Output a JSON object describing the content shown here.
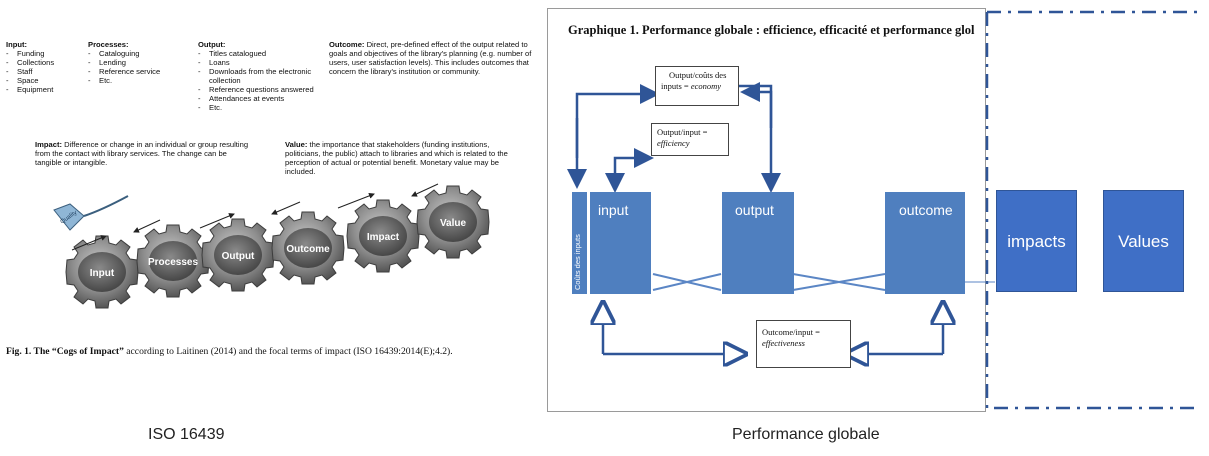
{
  "left": {
    "input": {
      "heading": "Input:",
      "items": [
        "Funding",
        "Collections",
        "Staff",
        "Space",
        "Equipment"
      ]
    },
    "processes": {
      "heading": "Processes:",
      "items": [
        "Cataloguing",
        "Lending",
        "Reference service",
        "Etc."
      ]
    },
    "output": {
      "heading": "Output:",
      "items": [
        "Titles catalogued",
        "Loans",
        "Downloads from the electronic collection",
        "Reference questions answered",
        "Attendances at events",
        "Etc."
      ]
    },
    "outcome": {
      "heading": "Outcome:",
      "text": "Direct, pre-defined effect of the output related to goals and objectives of the library's planning (e.g. number of users, user satisfaction levels). This includes outcomes that concern the library's institution or community."
    },
    "impact": {
      "heading": "Impact:",
      "text": "Difference or change in an individual or group resulting from the contact with library services. The change can be tangible or intangible."
    },
    "value": {
      "heading": "Value:",
      "text": "the importance that stakeholders (funding institutions, politicians, the public) attach to libraries and which is related to the perception of actual or potential benefit. Monetary value may be included."
    },
    "cogs": [
      "Input",
      "Processes",
      "Output",
      "Outcome",
      "Impact",
      "Value"
    ],
    "can_label": "Quality",
    "figure_caption_bold": "Fig. 1. The “Cogs of Impact”",
    "figure_caption_rest": " according to Laitinen (2014) and the focal terms of impact (ISO 16439:2014(E);4.2).",
    "footer": "ISO 16439"
  },
  "right": {
    "title": "Graphique 1. Performance globale : efficience, efficacité et performance glol",
    "side_label": "Coûts des inputs",
    "boxes": {
      "input": "input",
      "output": "output",
      "outcome": "outcome"
    },
    "notes": {
      "economy_line1": "Output/coûts des",
      "economy_line2": "inputs = ",
      "economy_em": "economy",
      "efficiency_line1": "Output/input =",
      "efficiency_em": "efficiency",
      "effectiveness_line1": "Outcome/input =",
      "effectiveness_em": "effectiveness"
    },
    "impacts": "impacts",
    "values": "Values",
    "footer": "Performance globale",
    "colors": {
      "box": "#4f7fbf",
      "big_box": "#3f6fc6",
      "arrow": "#2f5597",
      "dash": "#2f5597"
    }
  }
}
